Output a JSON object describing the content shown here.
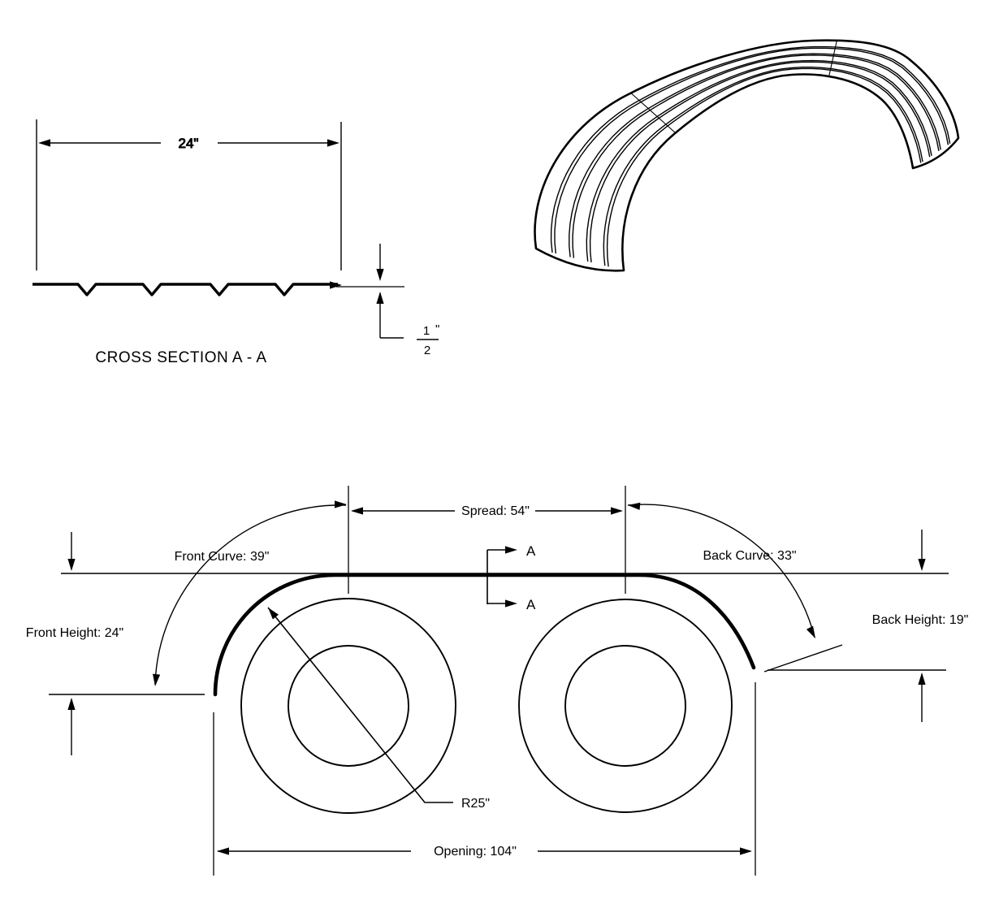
{
  "cross_section": {
    "width_label": "24\"",
    "thickness_fraction": {
      "numerator": "1",
      "denominator": "2",
      "unit": "\""
    },
    "caption": "CROSS SECTION A - A"
  },
  "profile": {
    "spread_label": "Spread: 54\"",
    "front_curve_label": "Front Curve: 39\"",
    "back_curve_label": "Back Curve: 33\"",
    "front_height_label": "Front Height: 24\"",
    "back_height_label": "Back Height: 19\"",
    "radius_label": "R25\"",
    "opening_label": "Opening: 104\"",
    "section_marker": "A"
  },
  "dimensions": {
    "width_in": 24,
    "thickness_in": 0.5,
    "spread_in": 54,
    "front_curve_in": 39,
    "back_curve_in": 33,
    "front_height_in": 24,
    "back_height_in": 19,
    "radius_in": 25,
    "opening_in": 104
  },
  "colors": {
    "line": "#000000",
    "background": "#ffffff"
  }
}
